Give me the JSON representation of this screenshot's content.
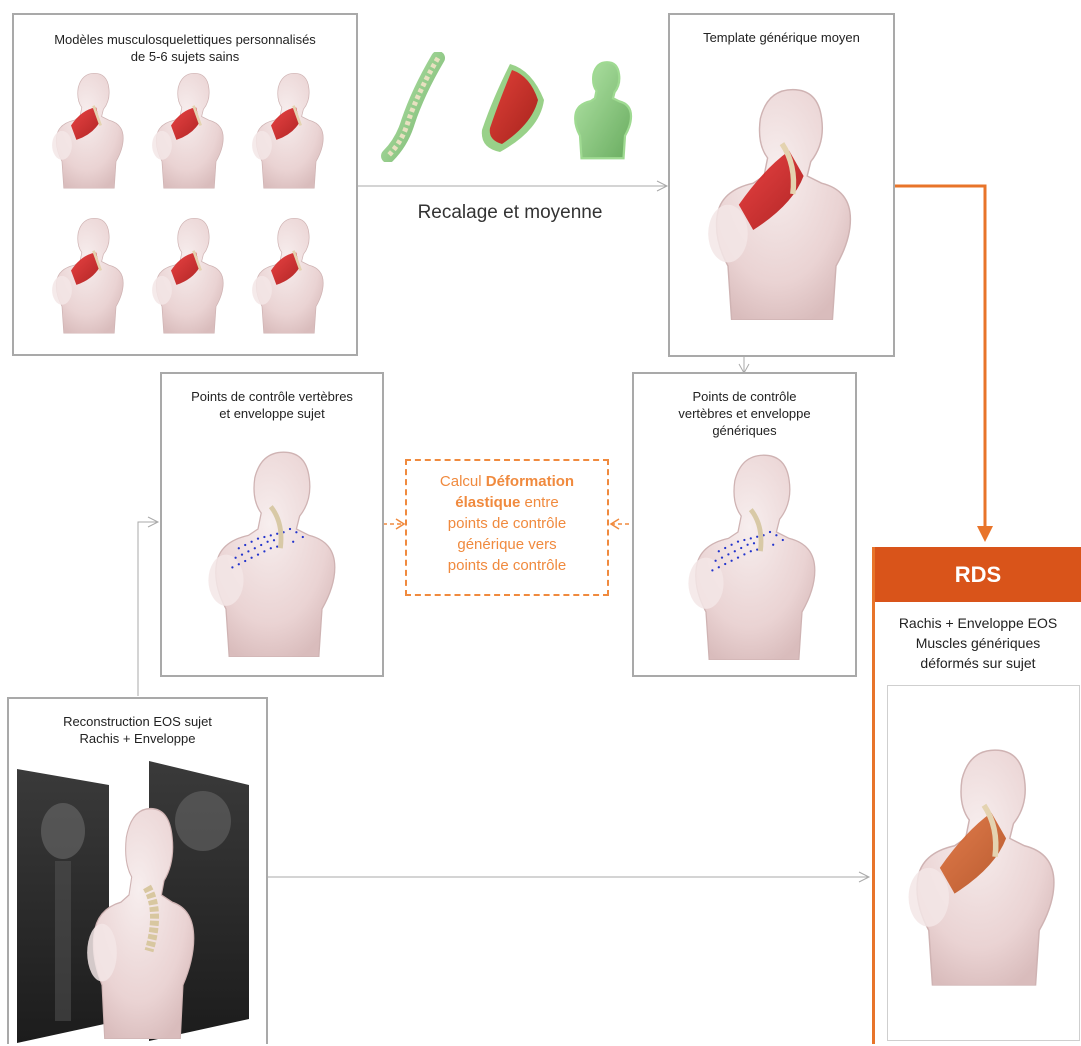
{
  "boxes": {
    "models": {
      "title_line1": "Modèles musculosquelettiques personnalisés",
      "title_line2": "de 5-6 sujets sains"
    },
    "template": {
      "title": "Template générique moyen"
    },
    "subject_points": {
      "title_line1": "Points de contrôle vertèbres",
      "title_line2": "et enveloppe sujet"
    },
    "generic_points": {
      "title_line1": "Points de contrôle",
      "title_line2": "vertèbres et enveloppe",
      "title_line3": "génériques"
    },
    "eos": {
      "title_line1": "Reconstruction EOS sujet",
      "title_line2": "Rachis + Enveloppe"
    }
  },
  "registration_label": "Recalage et moyenne",
  "deformation": {
    "prefix": "Calcul ",
    "bold1": "Déformation",
    "bold2": "élastique",
    "after_bold": " entre",
    "line3": "points de contrôle",
    "line4": "générique vers",
    "line5": "points de contrôle"
  },
  "rds": {
    "title": "RDS",
    "line1": "Rachis + Enveloppe EOS",
    "line2": "Muscles génériques",
    "line3": "déformés sur sujet"
  },
  "colors": {
    "box_border": "#a9a9a9",
    "orange_accent": "#e8742a",
    "rds_header": "#d9541a",
    "muscle_red": "#d42020",
    "skin": "#f0dede",
    "control_points": "#2233cc"
  }
}
